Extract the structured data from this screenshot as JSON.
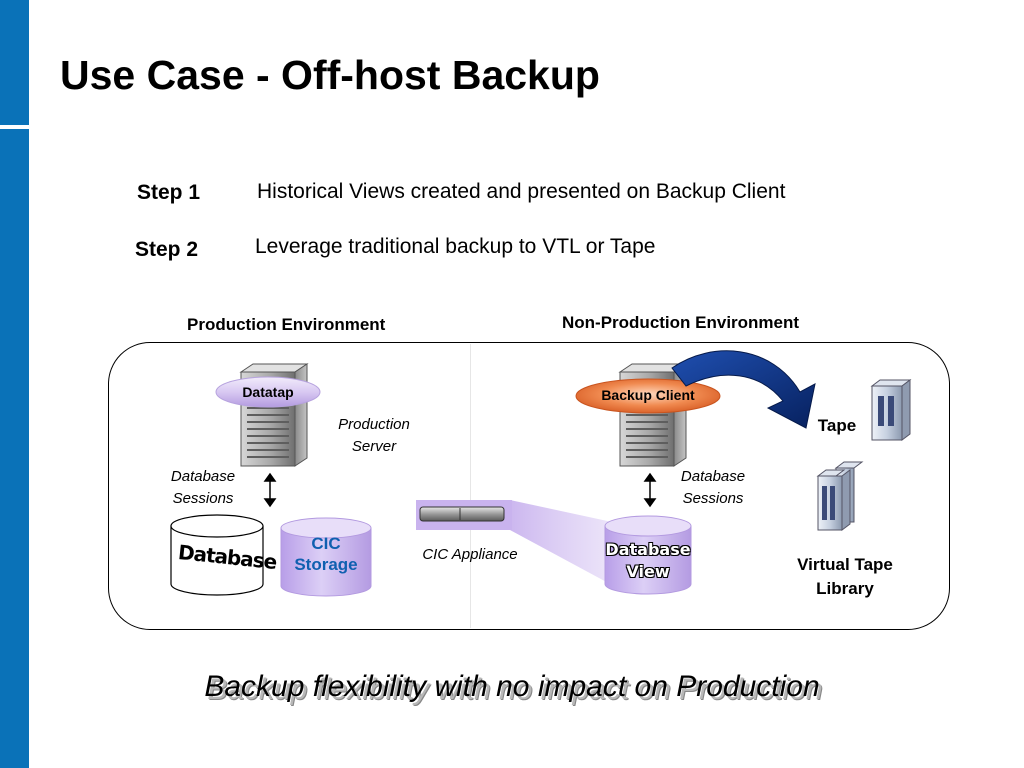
{
  "slide": {
    "title": "Use Case - Off-host Backup",
    "tagline": "Backup flexibility with no impact on Production"
  },
  "steps": [
    {
      "label": "Step 1",
      "text": "Historical Views created and presented on Backup Client"
    },
    {
      "label": "Step 2",
      "text": "Leverage traditional backup to VTL or Tape"
    }
  ],
  "diagram": {
    "production_env_label": "Production Environment",
    "nonproduction_env_label": "Non-Production Environment",
    "datatap_label": "Datatap",
    "production_server_label": "Production Server",
    "db_sessions_left": "Database Sessions",
    "db_sessions_right": "Database Sessions",
    "database_label": "Database",
    "cic_storage_label": "CIC Storage",
    "cic_appliance_label": "CIC Appliance",
    "backup_client_label": "Backup Client",
    "database_view_label": "Database View",
    "tape_label": "Tape",
    "vtl_label": "Virtual Tape Library"
  },
  "colors": {
    "sidebar": "#0a72b8",
    "cic_purple": "#c9b3ee",
    "cic_text": "#1060b0",
    "datatap_pill": "#d8c8f2",
    "backup_client_pill": "#e8703a",
    "arrow_blue": "#0a2f86"
  },
  "icons": {
    "server": "server-tower-icon",
    "database": "database-cylinder-icon",
    "appliance": "rack-appliance-icon",
    "tape": "tape-drive-icon",
    "vtl": "tape-library-icon",
    "arrow": "curved-arrow-icon"
  }
}
